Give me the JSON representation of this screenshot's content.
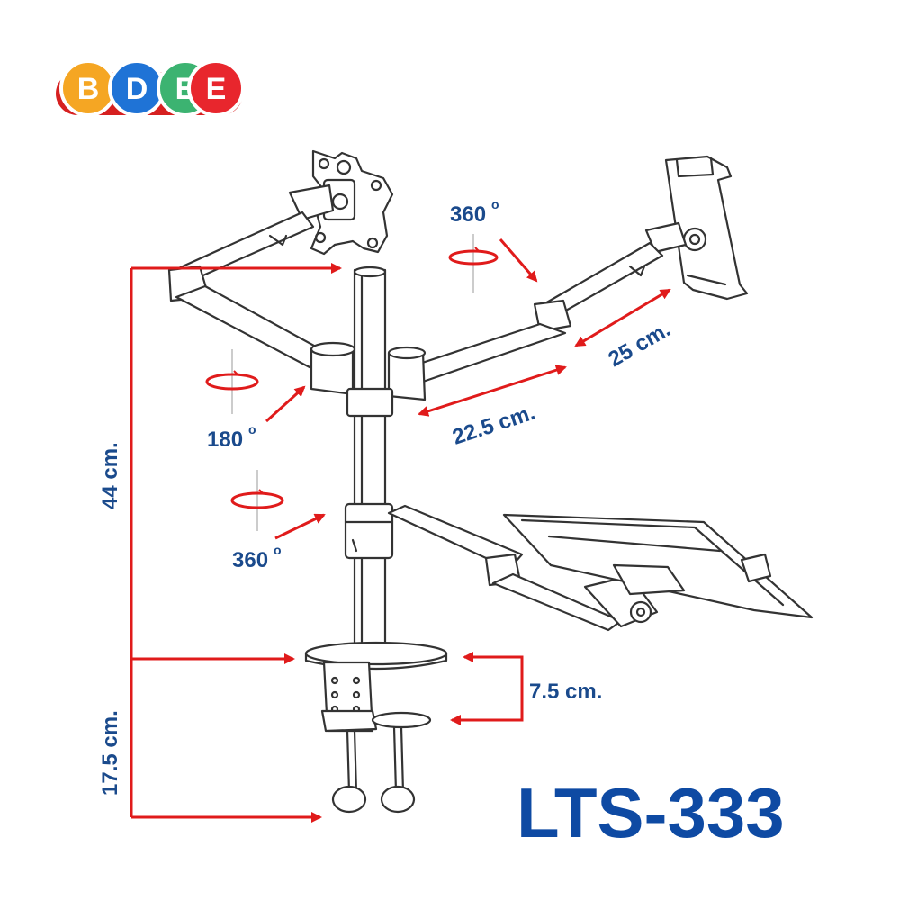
{
  "logo": {
    "letters": [
      {
        "char": "B",
        "color": "#f5a623"
      },
      {
        "char": "D",
        "color": "#1f73d6"
      },
      {
        "char": "E",
        "color": "#3cb371"
      },
      {
        "char": "E",
        "color": "#e8262d"
      }
    ]
  },
  "labels": {
    "rot_top": "360",
    "rot_left": "180",
    "rot_mid": "360",
    "dim_height_upper": "44 cm.",
    "dim_height_lower": "17.5 cm.",
    "dim_arm_inner": "22.5 cm.",
    "dim_arm_outer": "25 cm.",
    "dim_clamp": "7.5 cm.",
    "degree_mark": "o"
  },
  "model": "LTS-333",
  "colors": {
    "dimension_line": "#e01b1b",
    "label_text": "#1a4a8c",
    "drawing": "#333333"
  },
  "icons": [
    "rotation-arrow-icon",
    "dimension-arrow-icon"
  ]
}
